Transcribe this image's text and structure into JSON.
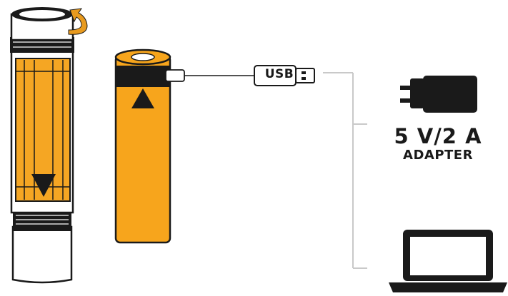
{
  "connector": {
    "label": "USB"
  },
  "adapter": {
    "power_text": "5 V/2 A",
    "name_text": "ADAPTER"
  },
  "colors": {
    "battery_body": "#f7a51c",
    "flashlight_tube": "#f5a623",
    "outline": "#1a1a1a",
    "connector_line": "#c9c9c9",
    "rotate_arrow": "#e89a1e"
  },
  "icons": [
    "flashlight",
    "battery",
    "usb-cable",
    "wall-adapter-icon",
    "laptop-icon",
    "rotate-arrow-icon"
  ]
}
